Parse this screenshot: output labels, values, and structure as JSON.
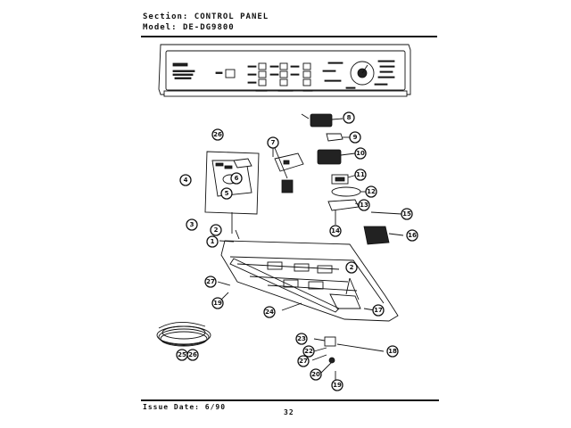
{
  "header": {
    "section_label": "Section:",
    "section_value": "CONTROL PANEL",
    "model_label": "Model:",
    "model_value": "DE-DG9800"
  },
  "footer": {
    "issue_date": "Issue Date: 6/90",
    "page_number": "32"
  },
  "callouts": [
    {
      "id": "c26a",
      "label": "26"
    },
    {
      "id": "c4",
      "label": "4"
    },
    {
      "id": "c6",
      "label": "6"
    },
    {
      "id": "c5",
      "label": "5"
    },
    {
      "id": "c3",
      "label": "3"
    },
    {
      "id": "c7",
      "label": "7"
    },
    {
      "id": "c8",
      "label": "8"
    },
    {
      "id": "c9",
      "label": "9"
    },
    {
      "id": "c10",
      "label": "10"
    },
    {
      "id": "c11",
      "label": "11"
    },
    {
      "id": "c12",
      "label": "12"
    },
    {
      "id": "c13",
      "label": "13"
    },
    {
      "id": "c15",
      "label": "15"
    },
    {
      "id": "c14",
      "label": "14"
    },
    {
      "id": "c16",
      "label": "16"
    },
    {
      "id": "c2a",
      "label": "2"
    },
    {
      "id": "c1",
      "label": "1"
    },
    {
      "id": "c2b",
      "label": "2"
    },
    {
      "id": "c27a",
      "label": "27"
    },
    {
      "id": "c19a",
      "label": "19"
    },
    {
      "id": "c24",
      "label": "24"
    },
    {
      "id": "c17",
      "label": "17"
    },
    {
      "id": "c23",
      "label": "23"
    },
    {
      "id": "c22",
      "label": "22"
    },
    {
      "id": "c27b",
      "label": "27"
    },
    {
      "id": "c18",
      "label": "18"
    },
    {
      "id": "c20",
      "label": "20"
    },
    {
      "id": "c19b",
      "label": "19"
    },
    {
      "id": "c25",
      "label": "25"
    },
    {
      "id": "c26b",
      "label": "26"
    }
  ]
}
